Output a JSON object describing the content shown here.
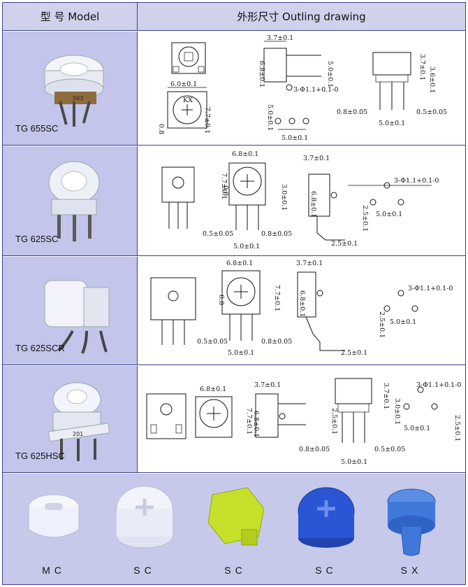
{
  "header": {
    "model_col": "型 号 Model",
    "drawing_col": "外形尺寸 Outling drawing"
  },
  "rows": [
    {
      "model": "TG 655SC",
      "dims": {
        "a": "3.7±0.1",
        "b": "6.8±0.1",
        "c": "5.0±0.1",
        "d": "3-Φ1.1+0.1-0",
        "e": "6.0±0.1",
        "f": "7.7±0.1",
        "g": "0.8",
        "h": "5.0±0.1",
        "i": "5.0±0.1",
        "j": "3.7±0.1",
        "k": "3.6±0.1",
        "l": "0.8±0.05",
        "m": "0.5±0.05",
        "n": "5.0±0.1",
        "kx": "KX",
        "photo_mark": "503"
      }
    },
    {
      "model": "TG 625SC",
      "dims": {
        "a": "6.8±0.1",
        "b": "7.7±0.1",
        "c": "0.8",
        "d": "3.0±0.1",
        "e": "3.7±0.1",
        "f": "6.8±0.1",
        "g": "3-Φ1.1+0.1-0",
        "h": "2.5±0.1",
        "i": "5.0±0.1",
        "j": "0.5±0.05",
        "k": "0.8±0.05",
        "l": "5.0±0.1",
        "m": "2.5±0.1"
      }
    },
    {
      "model": "TG 625SCR",
      "dims": {
        "a": "6.8±0.1",
        "b": "7.7±0.1",
        "c": "0.8",
        "d": "3.7±0.1",
        "e": "6.8±0.1",
        "f": "3-Φ1.1+0.1-0",
        "g": "2.5±0.1",
        "h": "5.0±0.1",
        "i": "0.5±0.05",
        "j": "0.8±0.05",
        "k": "5.0±0.1",
        "l": "2.5±0.1"
      }
    },
    {
      "model": "TG 625HSC",
      "dims": {
        "a": "6.8±0.1",
        "b": "7.7±0.1",
        "c": "3.7±0.1",
        "d": "6.8±0.1",
        "e": "2.5±0.1",
        "f": "3.7±0.1",
        "g": "3.0±0.1",
        "h": "3-Φ1.1+0.1-0",
        "i": "5.0±0.1",
        "j": "2.5±0.1",
        "k": "0.8±0.05",
        "l": "0.5±0.05",
        "m": "5.0±0.1",
        "photo_mark": "201"
      }
    }
  ],
  "caps": [
    {
      "label": "MC",
      "color": "#eef0fb"
    },
    {
      "label": "SC",
      "color": "#e9ebf7"
    },
    {
      "label": "SC",
      "color": "#c6e02a"
    },
    {
      "label": "SC",
      "color": "#2a55d4"
    },
    {
      "label": "SX",
      "color": "#3f78d8"
    }
  ]
}
